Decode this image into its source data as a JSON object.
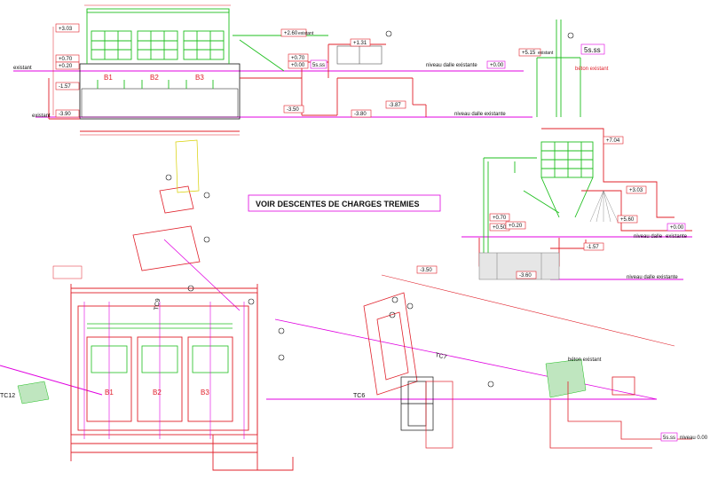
{
  "title_box": {
    "text": "VOIR DESCENTES DE CHARGES TREMIES"
  },
  "elevation_top": {
    "existant_left_1": "existant",
    "existant_left_2": "existant",
    "levels": [
      "+3.03",
      "+0.70",
      "+0.20",
      "-1.57",
      "-3.90",
      "+2.60",
      "existant",
      "+0.70",
      "+0.00",
      "+1.31",
      "-3.50",
      "-3.87",
      "-3.80",
      "+5.15",
      "existant",
      "+0.00"
    ],
    "bins": [
      "B1",
      "B2",
      "B3"
    ],
    "niveau_dalle_existante_1": "niveau dalle   existante",
    "niveau_dalle_existante_2": "niveau dalle   existante",
    "beton_existant": "béton existant",
    "stamp_small": "5ѕ.ѕѕ",
    "stamp_right": "5ѕ.ѕѕ"
  },
  "elevation_right": {
    "levels": [
      "+7.04",
      "+3.03",
      "+5.60",
      "+0.70",
      "+0.50",
      "+0.20",
      "-1.57",
      "+0.00",
      "-3.60",
      "-3.50"
    ],
    "niveau_dalle_1": "niveau dalle",
    "existante_1": "existante",
    "niveau_dalle_2": "niveau dalle   existante"
  },
  "plan_bottom": {
    "conveyors": [
      "TC12",
      "TC6",
      "TC7",
      "TC9"
    ],
    "bins": [
      "B1",
      "B2",
      "B3"
    ],
    "beton_existant": "béton existant",
    "niveau": "niveau 0.00",
    "stamp": "5ѕ.ѕѕ"
  },
  "colors": {
    "line_red": "#e0202a",
    "line_green": "#1fbf1f",
    "line_magenta": "#e000e0",
    "line_black": "#111111",
    "line_yellow": "#d8d000",
    "line_cyan": "#009999",
    "hatch_grey": "#c8c8c8"
  }
}
